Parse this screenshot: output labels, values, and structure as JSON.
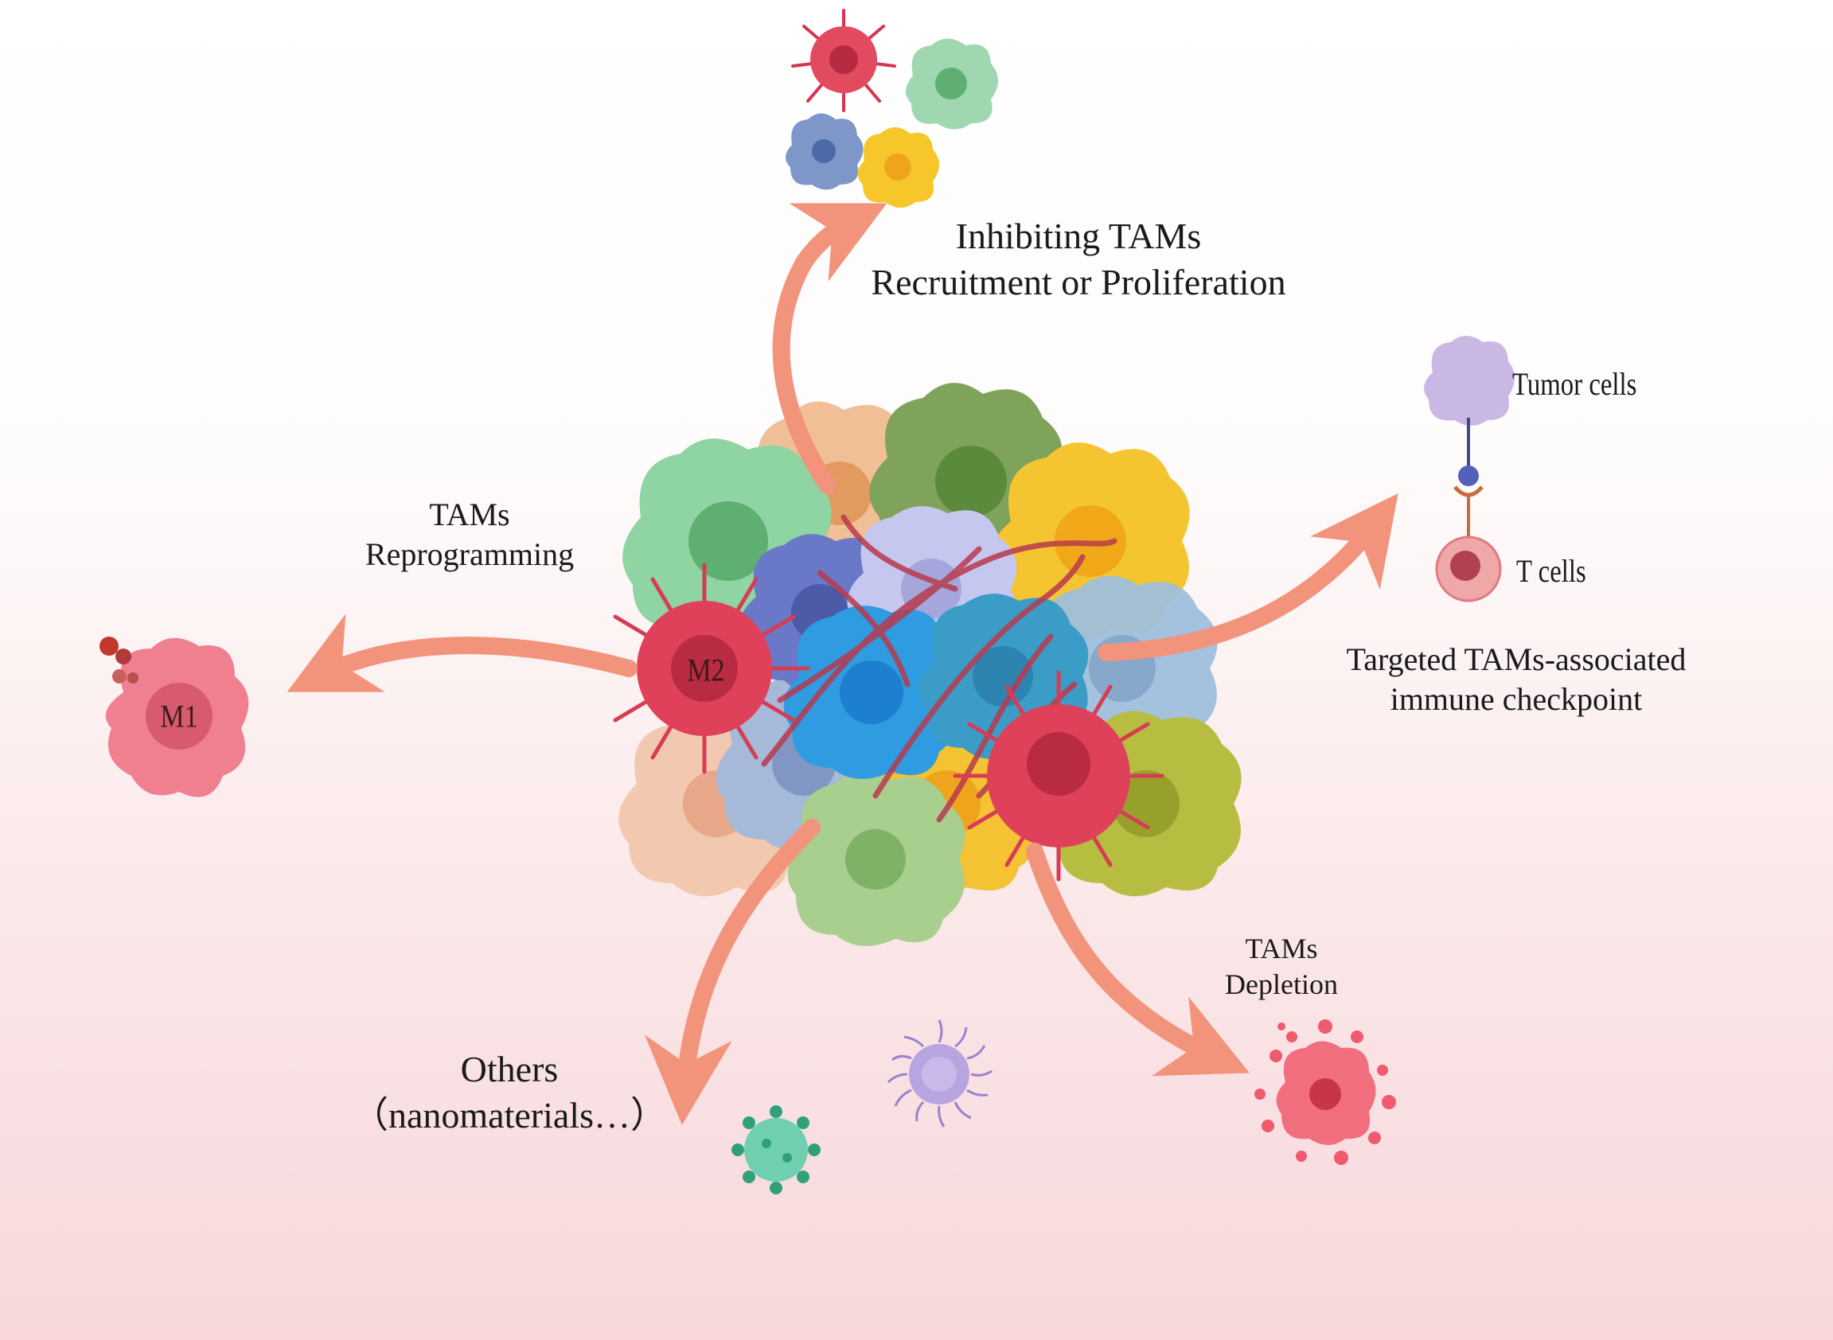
{
  "labels": {
    "inhibiting": [
      "Inhibiting TAMs",
      "Recruitment or Proliferation"
    ],
    "reprogramming": [
      "TAMs",
      "Reprogramming"
    ],
    "checkpoint": [
      "Targeted TAMs-associated",
      "immune checkpoint"
    ],
    "depletion": [
      "TAMs",
      "Depletion"
    ],
    "others": [
      "Others",
      "（nanomaterials…）"
    ],
    "tumor_cells": "Tumor cells",
    "t_cells": "T cells",
    "m2": "M2",
    "m1": "M1"
  },
  "colors": {
    "arrow": "#f2937b",
    "m2": "#e0415a",
    "m1": "#f07f90",
    "tumor": "#c9b8e4",
    "tcell": "#f0a7a8",
    "vessel": "#b83a4f"
  }
}
